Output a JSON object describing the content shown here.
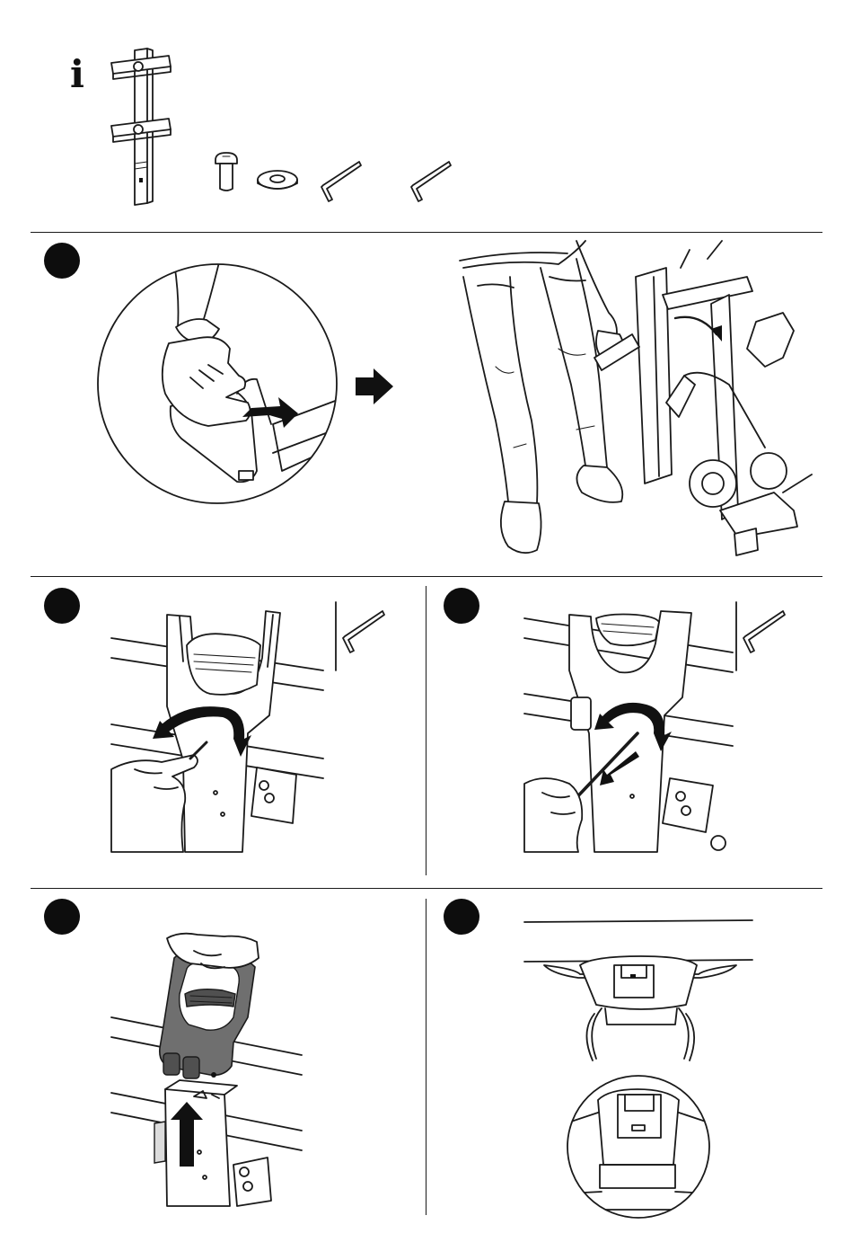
{
  "page": {
    "title": ""
  },
  "info": {
    "symbol": "i"
  },
  "parts": [
    {
      "icon": "telescoping-post-with-mounting-plates-icon",
      "quantity": ""
    },
    {
      "icon": "bolt-icon",
      "quantity": ""
    },
    {
      "icon": "washer-icon",
      "quantity": ""
    },
    {
      "icon": "hex-key-small-icon",
      "quantity": ""
    },
    {
      "icon": "hex-key-large-icon",
      "quantity": ""
    }
  ],
  "steps": [
    {
      "number": "",
      "content": [
        "zoom-circle-pull-handle",
        "arrow-right-icon",
        "person-tilting-rack-illustration"
      ]
    },
    {
      "number": "",
      "content": [
        "loosen-bolt-illustration",
        "hex-key-icon"
      ]
    },
    {
      "number": "",
      "content": [
        "remove-bolt-illustration",
        "hex-key-icon"
      ]
    },
    {
      "number": "",
      "content": [
        "lift-handle-off-post-illustration",
        "arrow-up-icon"
      ]
    },
    {
      "number": "",
      "content": [
        "post-top-view-illustration",
        "zoom-circle-detail"
      ]
    }
  ],
  "colors": {
    "ink": "#111111",
    "handle_grey": "#6f6f6f",
    "background": "#ffffff"
  }
}
